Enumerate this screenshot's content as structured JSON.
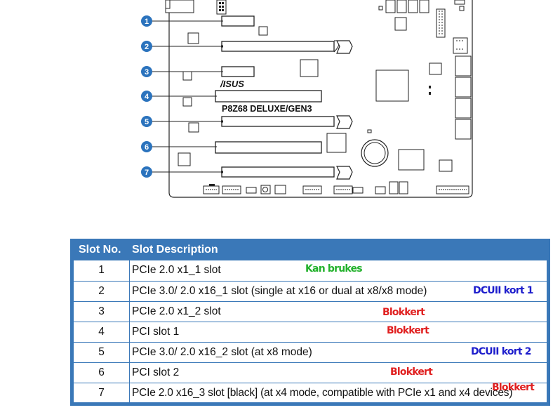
{
  "board": {
    "model": "P8Z68 DELUXE/GEN3",
    "brand": "/ISUS",
    "callouts": [
      "1",
      "2",
      "3",
      "4",
      "5",
      "6",
      "7"
    ]
  },
  "table": {
    "headers": {
      "slot_no": "Slot No.",
      "description": "Slot Description"
    },
    "rows": [
      {
        "no": "1",
        "desc": "PCIe 2.0 x1_1 slot",
        "note": "Kan brukes",
        "note_color": "#22b12b"
      },
      {
        "no": "2",
        "desc": "PCIe 3.0/ 2.0 x16_1 slot (single at x16 or dual at x8/x8 mode)",
        "note": "DCUII kort 1",
        "note_color": "#1d1dcc"
      },
      {
        "no": "3",
        "desc": "PCIe 2.0 x1_2 slot",
        "note": "Blokkert",
        "note_color": "#e02020"
      },
      {
        "no": "4",
        "desc": "PCI slot 1",
        "note": "Blokkert",
        "note_color": "#e02020"
      },
      {
        "no": "5",
        "desc": "PCIe 3.0/ 2.0 x16_2 slot (at x8 mode)",
        "note": "DCUII kort 2",
        "note_color": "#1d1dcc"
      },
      {
        "no": "6",
        "desc": "PCI slot 2",
        "note": "Blokkert",
        "note_color": "#e02020"
      },
      {
        "no": "7",
        "desc": "PCIe 2.0 x16_3 slot [black] (at x4 mode, compatible with PCIe x1 and x4 devices)",
        "note": "Blokkert",
        "note_color": "#e02020"
      }
    ]
  },
  "colors": {
    "callout": "#2b73bd",
    "table_header": "#3a78b8"
  }
}
